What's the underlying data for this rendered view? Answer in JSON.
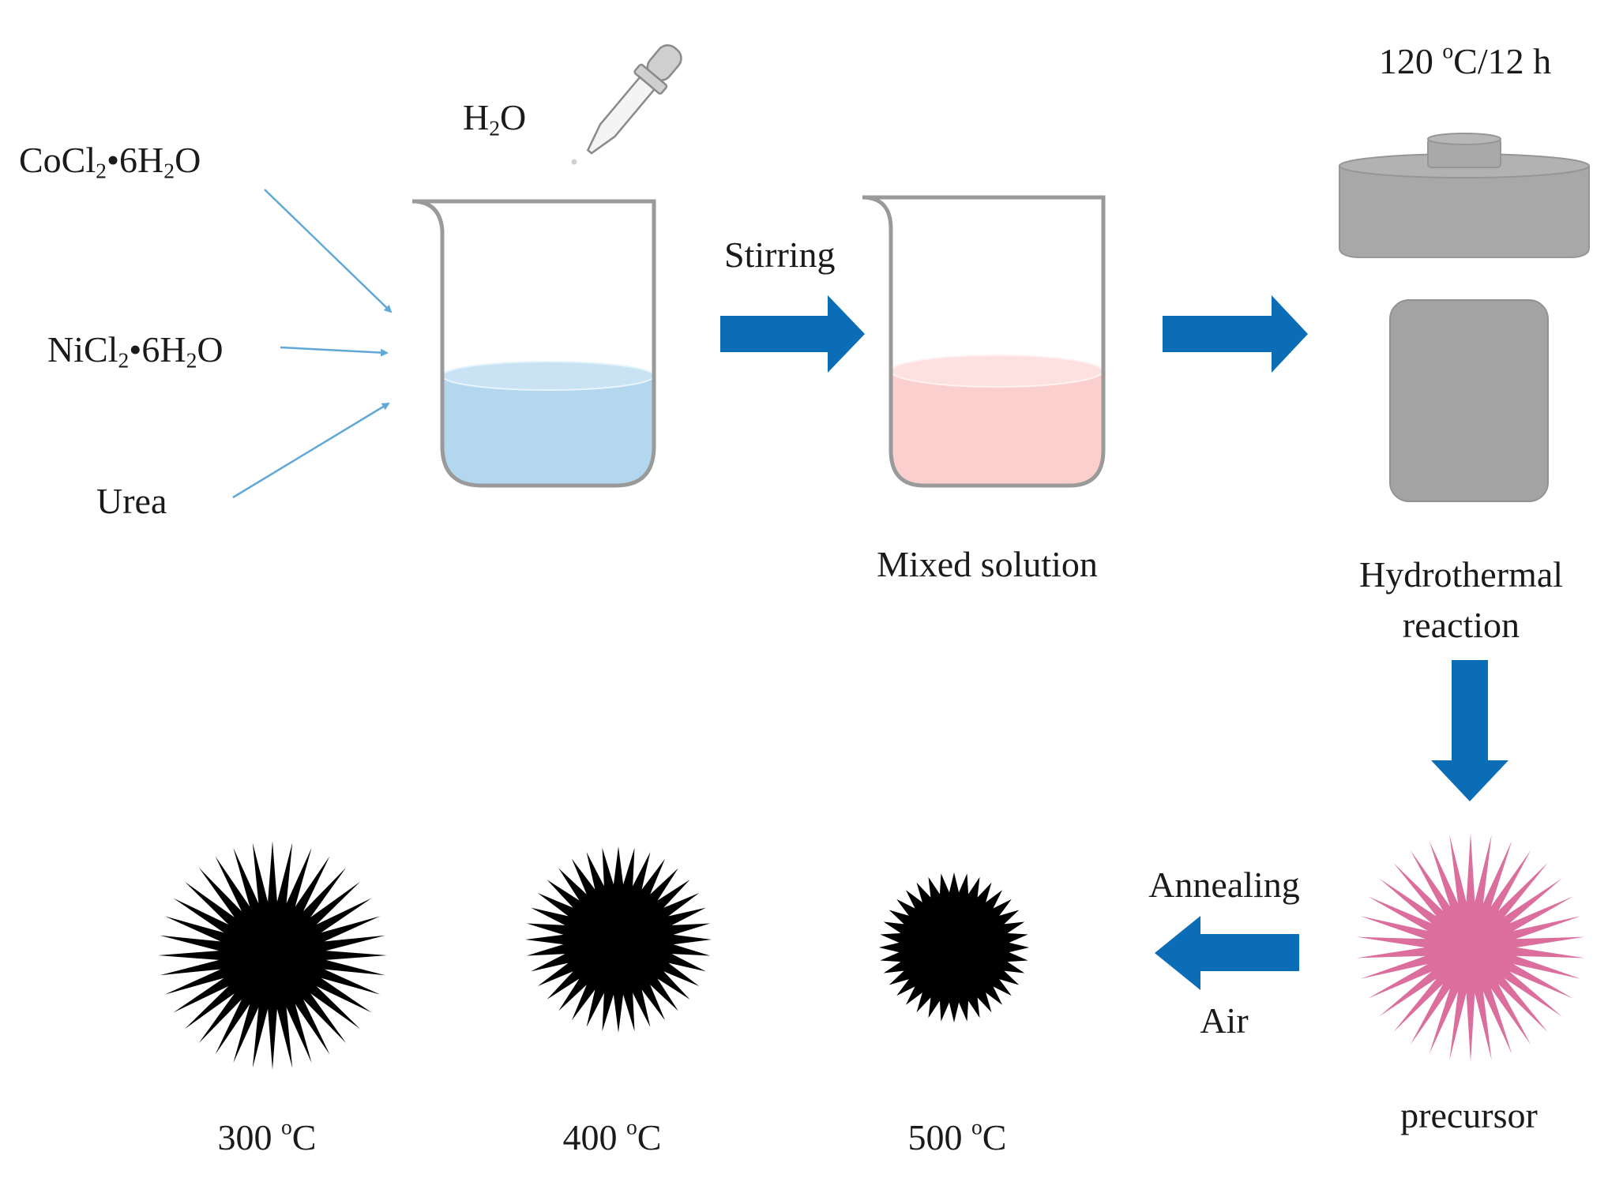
{
  "colors": {
    "arrow_blue": "#0a6db6",
    "thin_arrow": "#5fa8d8",
    "solution_blue": "#b3d7ef",
    "solution_pink": "#fccfcf",
    "autoclave_gray": "#a6a5a5",
    "precursor_pink": "#db6e9c",
    "product_black": "#000000"
  },
  "reagents": {
    "cocl2": {
      "prefix": "CoCl",
      "sub1": "2",
      "mid": "•6H",
      "sub2": "2",
      "suffix": "O"
    },
    "nicl2": {
      "prefix": "NiCl",
      "sub1": "2",
      "mid": "•6H",
      "sub2": "2",
      "suffix": "O"
    },
    "urea": "Urea"
  },
  "water": {
    "prefix": "H",
    "sub": "2",
    "suffix": "O"
  },
  "steps": {
    "stirring": "Stirring",
    "mixed_solution": "Mixed solution",
    "hydrothermal_line1": "Hydrothermal",
    "hydrothermal_line2": "reaction",
    "condition": {
      "value": "120 ",
      "sup": "o",
      "rest": "C/12 h"
    },
    "annealing": "Annealing",
    "air": "Air",
    "precursor": "precursor"
  },
  "products": [
    {
      "temp": "300 ",
      "sup": "o",
      "unit": "C"
    },
    {
      "temp": "400 ",
      "sup": "o",
      "unit": "C"
    },
    {
      "temp": "500 ",
      "sup": "o",
      "unit": "C"
    }
  ],
  "icons": [
    "dropper-icon",
    "beaker-icon",
    "autoclave-icon",
    "urchin-icon"
  ]
}
